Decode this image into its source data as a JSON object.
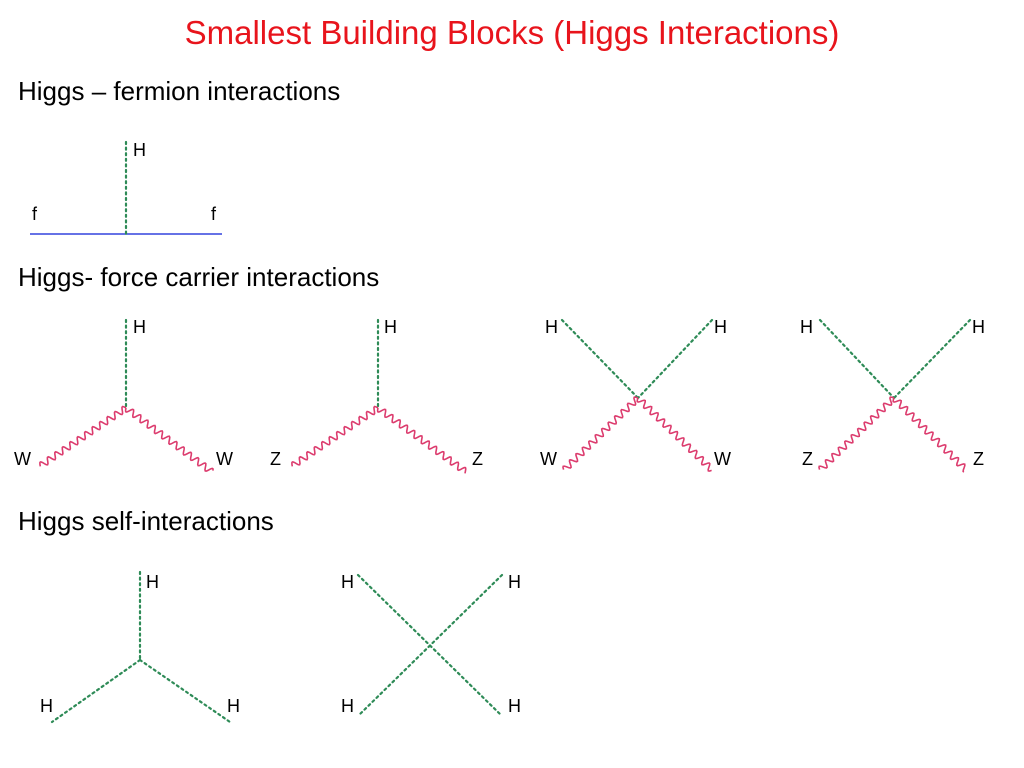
{
  "title": "Smallest Building Blocks (Higgs Interactions)",
  "sections": {
    "fermion": "Higgs – fermion interactions",
    "force": "Higgs- force carrier interactions",
    "self": "Higgs self-interactions"
  },
  "labels": {
    "higgs": "H",
    "fermion": "f",
    "w_boson": "W",
    "z_boson": "Z"
  },
  "colors": {
    "title": "#e8141c",
    "higgs_line": "#2e8b57",
    "boson_line": "#dc3c6e",
    "fermion_line": "#3344dd"
  }
}
